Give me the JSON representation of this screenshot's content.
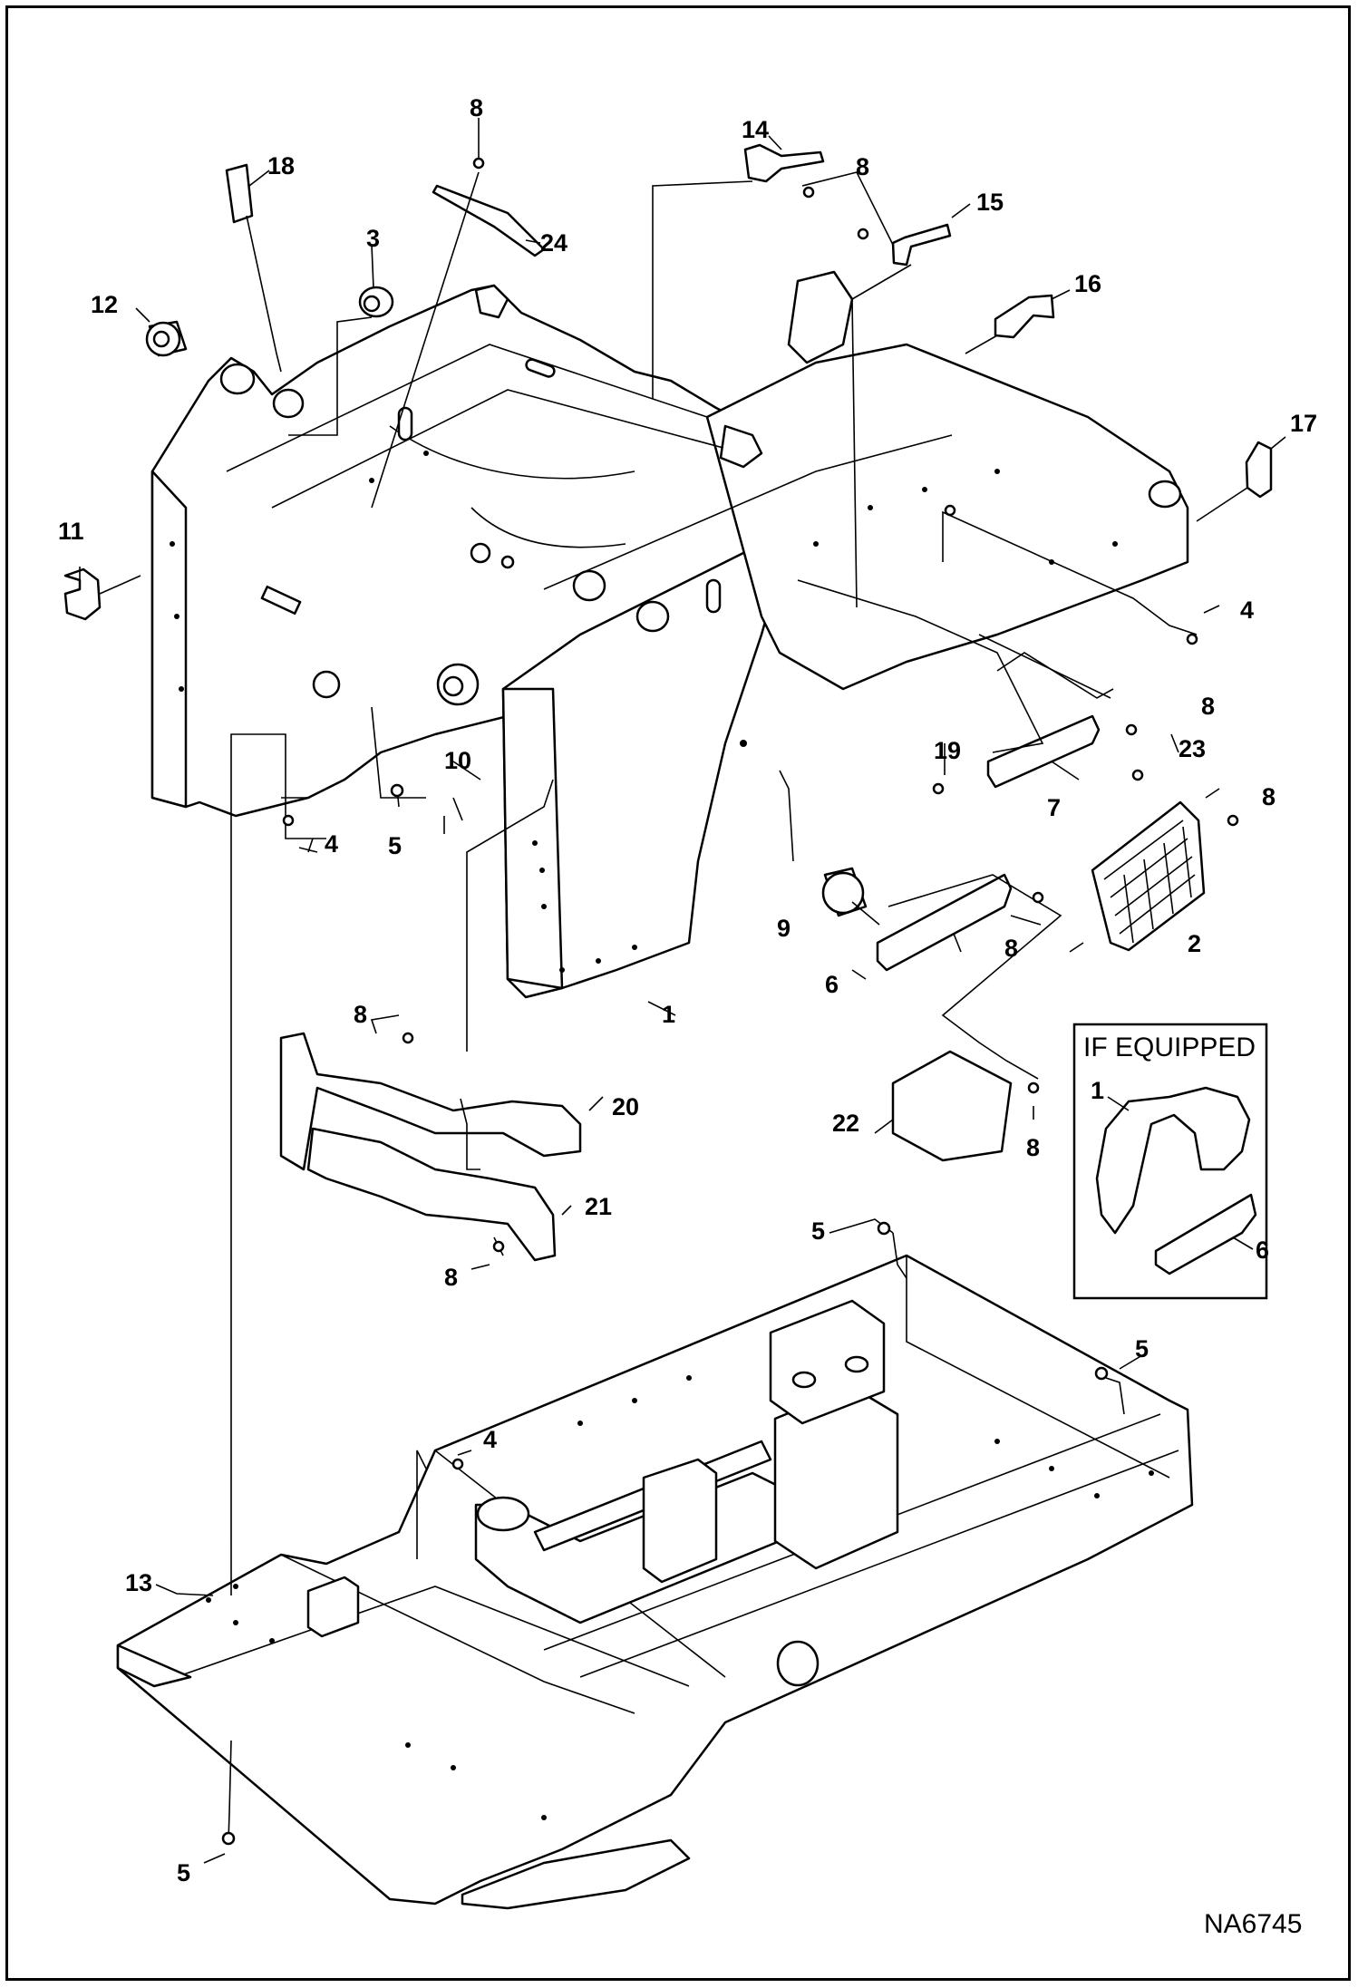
{
  "drawing_number": "NA6745",
  "inset": {
    "title": "IF EQUIPPED",
    "callouts": [
      "1",
      "6"
    ]
  },
  "callouts": {
    "c1": "1",
    "c2": "2",
    "c3": "3",
    "c4a": "4",
    "c4b": "4",
    "c4c": "4",
    "c5a": "5",
    "c5b": "5",
    "c5c": "5",
    "c5d": "5",
    "c6": "6",
    "c7": "7",
    "c8a": "8",
    "c8b": "8",
    "c8c": "8",
    "c8d": "8",
    "c8e": "8",
    "c8f": "8",
    "c8g": "8",
    "c8h": "8",
    "c9": "9",
    "c10": "10",
    "c11": "11",
    "c12": "12",
    "c13": "13",
    "c14": "14",
    "c15": "15",
    "c16": "16",
    "c17": "17",
    "c18": "18",
    "c19": "19",
    "c20": "20",
    "c21": "21",
    "c22": "22",
    "c23": "23",
    "c24": "24"
  },
  "colors": {
    "line": "#000000",
    "background": "#ffffff"
  }
}
